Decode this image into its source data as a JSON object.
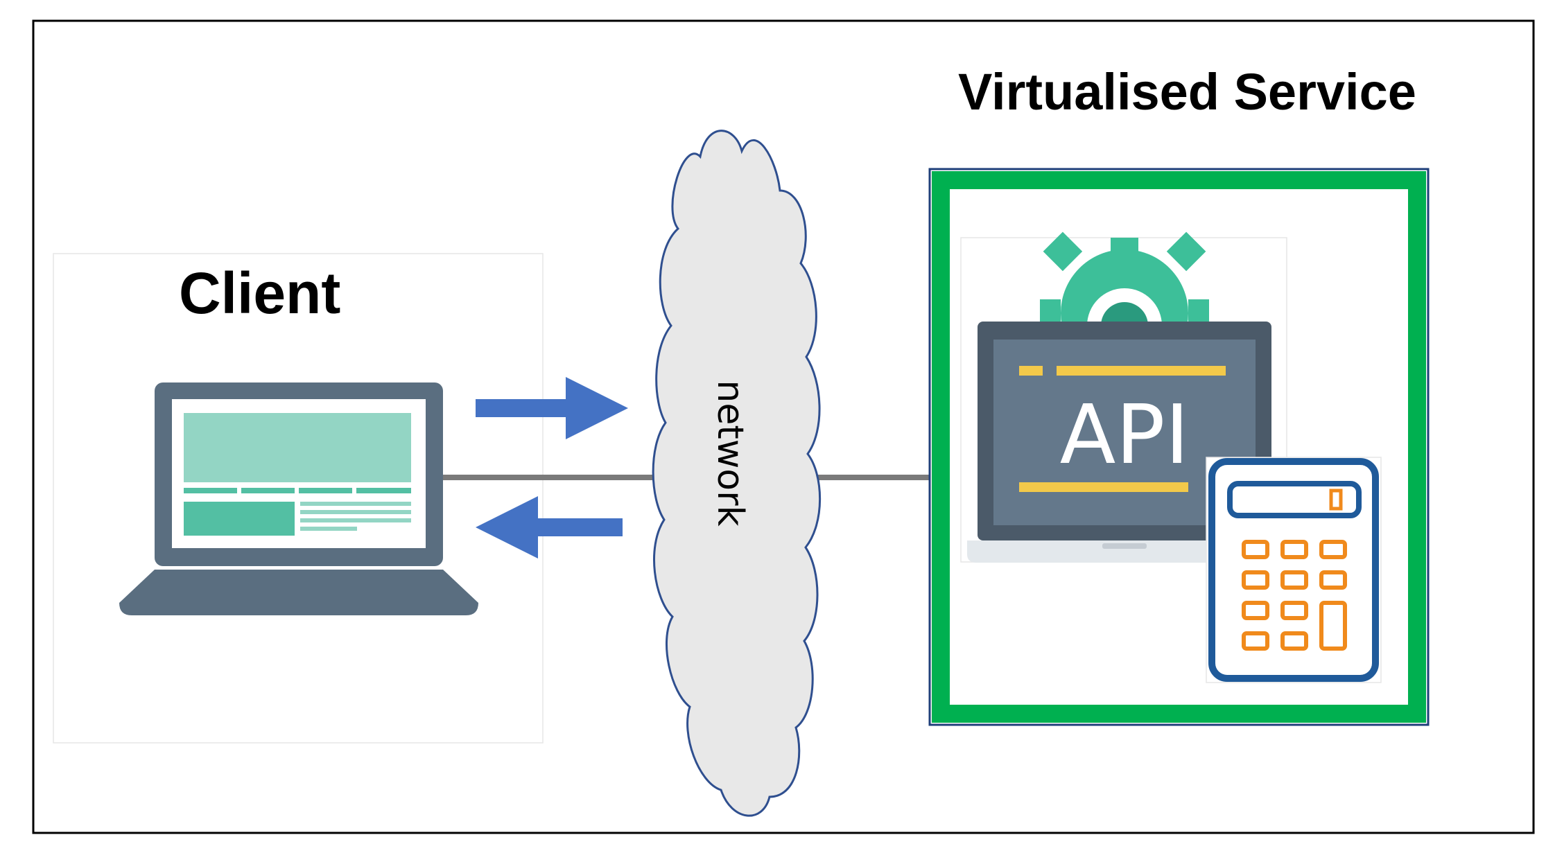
{
  "labels": {
    "client": "Client",
    "network": "network",
    "virtualised_service": "Virtualised Service",
    "api": "API"
  },
  "colors": {
    "frame_border": "#000000",
    "arrow": "#4472C4",
    "connector_line": "#7a7a7a",
    "cloud_fill": "#e8e8e8",
    "cloud_stroke": "#2f4f8f",
    "service_border_green": "#00B050",
    "service_border_outline": "#1f3f7a",
    "laptop_body": "#5a6e80",
    "laptop_screen_content": "#93d5c4",
    "laptop_accent": "#53bfa3",
    "api_laptop_body": "#4b5a69",
    "api_screen": "#64788b",
    "api_lines": "#f3c94a",
    "gear": "#3dbf99",
    "calculator_border": "#1f5a9a",
    "calculator_keys": "#f08a1c"
  },
  "icons": {
    "client": "laptop-icon",
    "network": "cloud-icon",
    "service": "api-laptop-icon",
    "settings": "gear-icon",
    "calculator": "calculator-icon",
    "request": "arrow-right-icon",
    "response": "arrow-left-icon"
  }
}
